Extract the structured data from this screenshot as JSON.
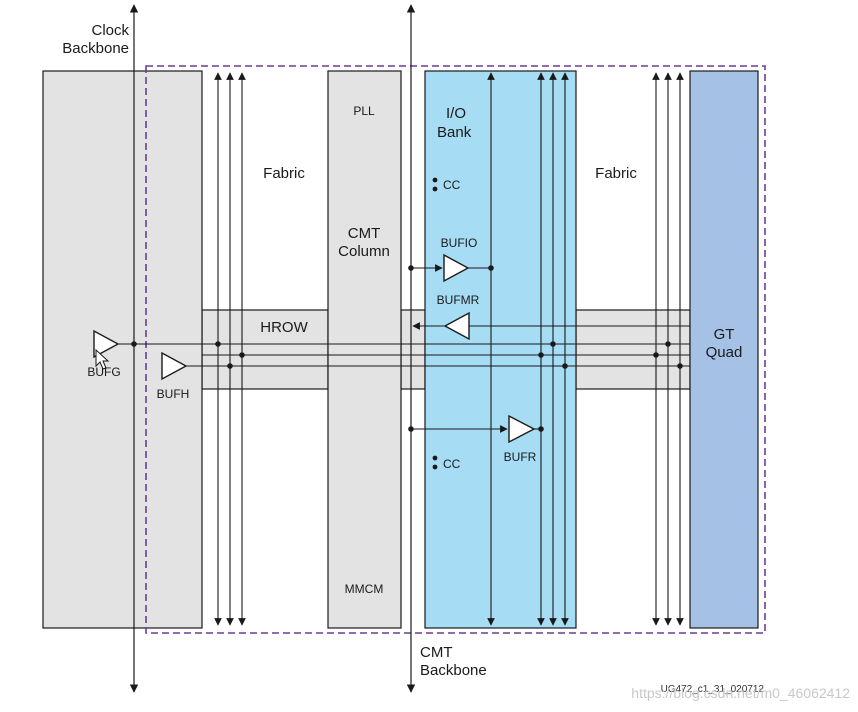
{
  "labels": {
    "clock_backbone_1": "Clock",
    "clock_backbone_2": "Backbone",
    "cmt_backbone_1": "CMT",
    "cmt_backbone_2": "Backbone",
    "fabric_left": "Fabric",
    "fabric_right": "Fabric",
    "pll": "PLL",
    "cmt_column_1": "CMT",
    "cmt_column_2": "Column",
    "mmcm": "MMCM",
    "io_bank_1": "I/O",
    "io_bank_2": "Bank",
    "cc_top": "CC",
    "cc_bottom": "CC",
    "bufio": "BUFIO",
    "bufmr": "BUFMR",
    "bufr": "BUFR",
    "hrow": "HROW",
    "gt_quad_1": "GT",
    "gt_quad_2": "Quad",
    "bufg": "BUFG",
    "bufh": "BUFH",
    "figure_id": "UG472_c1_31_020712",
    "watermark": "https://blog.csdn.net/m0_46062412"
  },
  "colors": {
    "block_gray": "#e3e3e3",
    "io_bank_blue": "#a6dcf4",
    "gt_quad_blue": "#a5c1e6",
    "region_border_purple": "#6a3d9a",
    "line": "#1a1a1a"
  }
}
